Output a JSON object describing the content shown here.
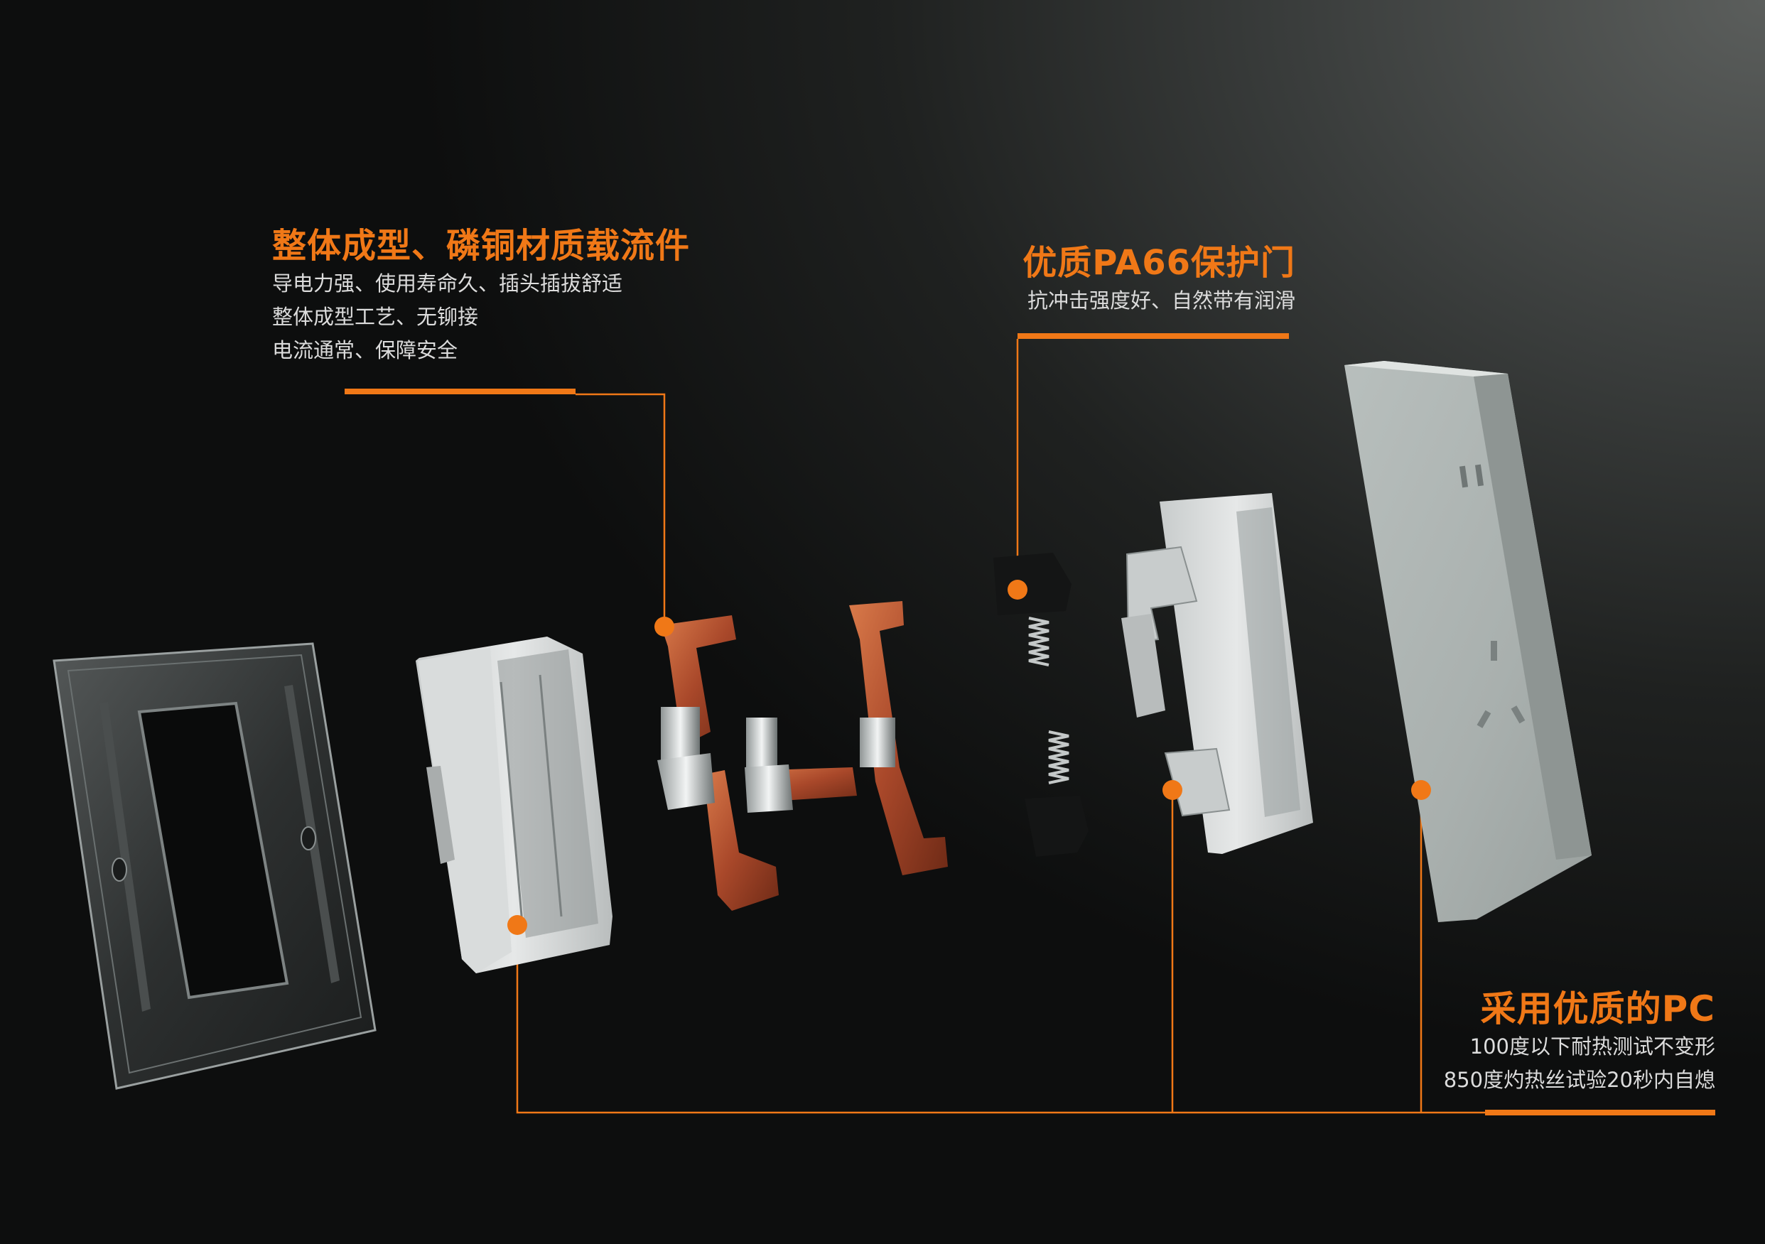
{
  "annotations": {
    "contacts": {
      "title": "整体成型、磷铜材质载流件",
      "lines": [
        "导电力强、使用寿命久、插头插拔舒适",
        "整体成型工艺、无铆接",
        "电流通常、保障安全"
      ]
    },
    "shutter": {
      "title": "优质PA66保护门",
      "lines": [
        "抗冲击强度好、自然带有润滑"
      ]
    },
    "pc": {
      "title": "采用优质的PC",
      "lines": [
        "100度以下耐热测试不变形",
        "850度灼热丝试验20秒内自熄"
      ]
    }
  },
  "colors": {
    "accent": "#f07817",
    "background_dark": "#0d0e0e",
    "background_light": "#5b5e5c"
  }
}
